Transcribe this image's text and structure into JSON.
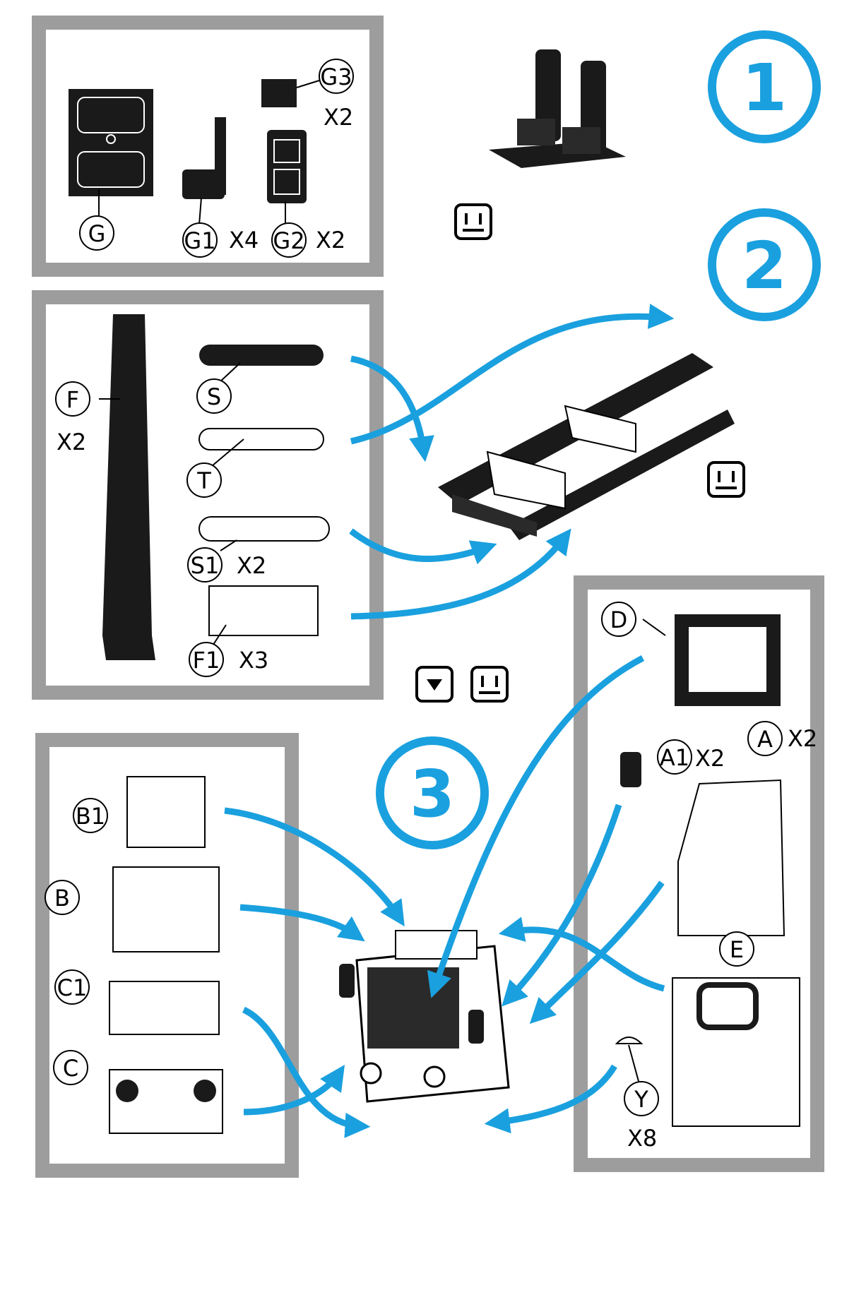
{
  "colors": {
    "accent": "#1aa0de",
    "frame": "#9d9d9d",
    "ink": "#1a1a1a"
  },
  "steps": [
    "1",
    "2",
    "3"
  ],
  "icons": {
    "glue": "glue-icon",
    "press": "press-fit-icon"
  },
  "panels": {
    "seats": {
      "parts": [
        {
          "label": "G",
          "qty": ""
        },
        {
          "label": "G1",
          "qty": "X4"
        },
        {
          "label": "G2",
          "qty": "X2"
        },
        {
          "label": "G3",
          "qty": "X2"
        }
      ]
    },
    "chassis": {
      "parts": [
        {
          "label": "F",
          "qty": "X2"
        },
        {
          "label": "S",
          "qty": ""
        },
        {
          "label": "T",
          "qty": ""
        },
        {
          "label": "S1",
          "qty": "X2"
        },
        {
          "label": "F1",
          "qty": "X3"
        }
      ]
    },
    "cab_front": {
      "parts": [
        {
          "label": "B1",
          "qty": ""
        },
        {
          "label": "B",
          "qty": ""
        },
        {
          "label": "C1",
          "qty": ""
        },
        {
          "label": "C",
          "qty": ""
        }
      ]
    },
    "cab_side": {
      "parts": [
        {
          "label": "D",
          "qty": ""
        },
        {
          "label": "A1",
          "qty": "X2"
        },
        {
          "label": "A",
          "qty": "X2"
        },
        {
          "label": "E",
          "qty": ""
        },
        {
          "label": "Y",
          "qty": "X8"
        }
      ]
    }
  }
}
